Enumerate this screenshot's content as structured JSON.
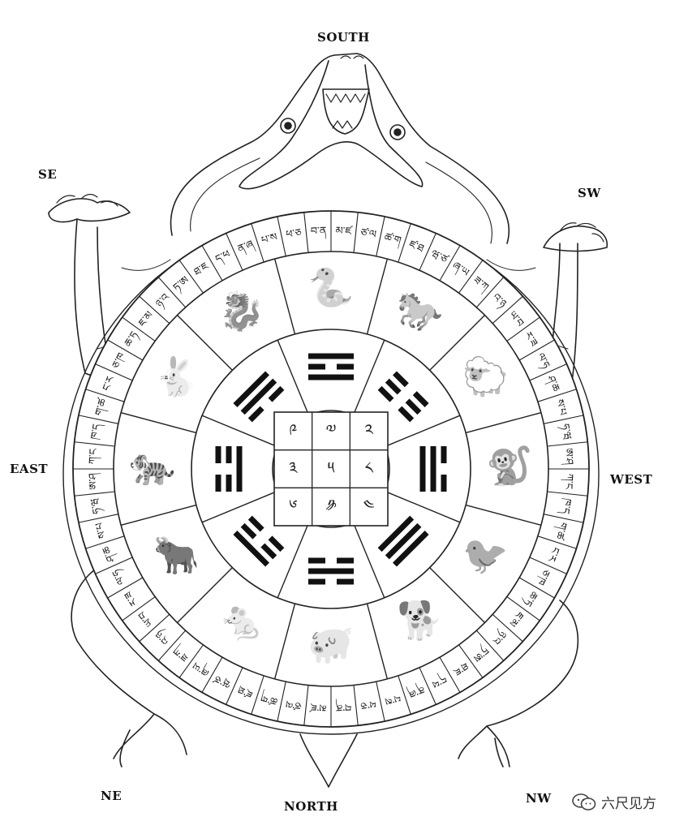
{
  "directions": {
    "south": "SOUTH",
    "north": "NORTH",
    "east": "EAST",
    "west": "WEST",
    "southeast": "SE",
    "southwest": "SW",
    "northeast": "NE",
    "northwest": "NW"
  },
  "center_square_glyphs": [
    "༩",
    "༧",
    "༢",
    "༣",
    "༥",
    "༨",
    "༦",
    "༪",
    "༤"
  ],
  "trigrams": [
    {
      "name": "li",
      "lines": [
        1,
        0,
        1
      ]
    },
    {
      "name": "kun",
      "lines": [
        0,
        0,
        0
      ]
    },
    {
      "name": "dui",
      "lines": [
        0,
        1,
        1
      ]
    },
    {
      "name": "qian",
      "lines": [
        1,
        1,
        1
      ]
    },
    {
      "name": "kan",
      "lines": [
        0,
        1,
        0
      ]
    },
    {
      "name": "gen",
      "lines": [
        1,
        0,
        0
      ]
    },
    {
      "name": "zhen",
      "lines": [
        0,
        0,
        1
      ]
    },
    {
      "name": "xun",
      "lines": [
        1,
        1,
        0
      ]
    }
  ],
  "zodiac": [
    {
      "animal": "snake",
      "icon": "snake-icon"
    },
    {
      "animal": "horse",
      "icon": "horse-icon"
    },
    {
      "animal": "sheep",
      "icon": "sheep-icon"
    },
    {
      "animal": "monkey",
      "icon": "monkey-icon"
    },
    {
      "animal": "bird",
      "icon": "bird-icon"
    },
    {
      "animal": "dog",
      "icon": "dog-icon"
    },
    {
      "animal": "pig",
      "icon": "pig-icon"
    },
    {
      "animal": "mouse",
      "icon": "mouse-icon"
    },
    {
      "animal": "ox",
      "icon": "ox-icon"
    },
    {
      "animal": "tiger",
      "icon": "tiger-icon"
    },
    {
      "animal": "hare",
      "icon": "hare-icon"
    },
    {
      "animal": "dragon",
      "icon": "dragon-icon"
    }
  ],
  "outer_ring_cells": 60,
  "watermark": {
    "text": "六尺见方",
    "icon": "wechat-icon"
  }
}
